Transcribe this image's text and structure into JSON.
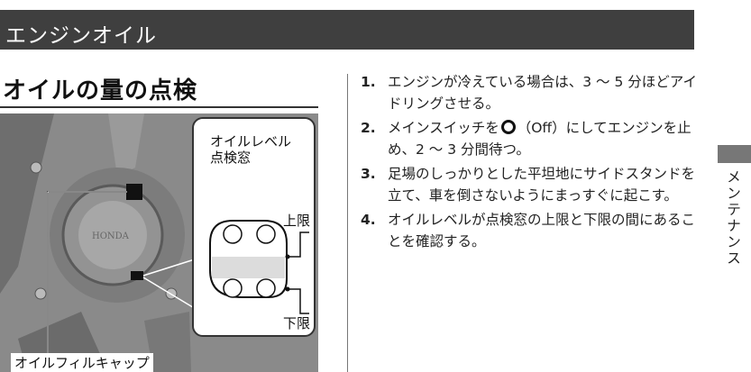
{
  "header": {
    "title": "エンジンオイル"
  },
  "section": {
    "title": "オイルの量の点検"
  },
  "figure": {
    "callout_title_line1": "オイルレベル",
    "callout_title_line2": "点検窓",
    "upper_label": "上限",
    "lower_label": "下限",
    "cap_label": "オイルフィルキャップ",
    "engine_brand_mark": "HONDA"
  },
  "steps": [
    {
      "num": "1.",
      "text": "エンジンが冷えている場合は、3 ～ 5 分ほどアイドリングさせる。"
    },
    {
      "num": "2.",
      "text_before": "メインスイッチを",
      "text_after": "（Off）にしてエンジンを止め、2 ～ 3 分間待つ。"
    },
    {
      "num": "3.",
      "text": "足場のしっかりとした平坦地にサイドスタンドを立て、車を倒さないようにまっすぐに起こす。"
    },
    {
      "num": "4.",
      "text": "オイルレベルが点検窓の上限と下限の間にあることを確認する。"
    }
  ],
  "side_tab": {
    "label": "メンテナンス"
  },
  "colors": {
    "header_bg": "#3f3f3f",
    "figure_bg": "#8a8a8a",
    "tab": "#777777"
  },
  "icons": {
    "off": "off-circle-icon"
  }
}
